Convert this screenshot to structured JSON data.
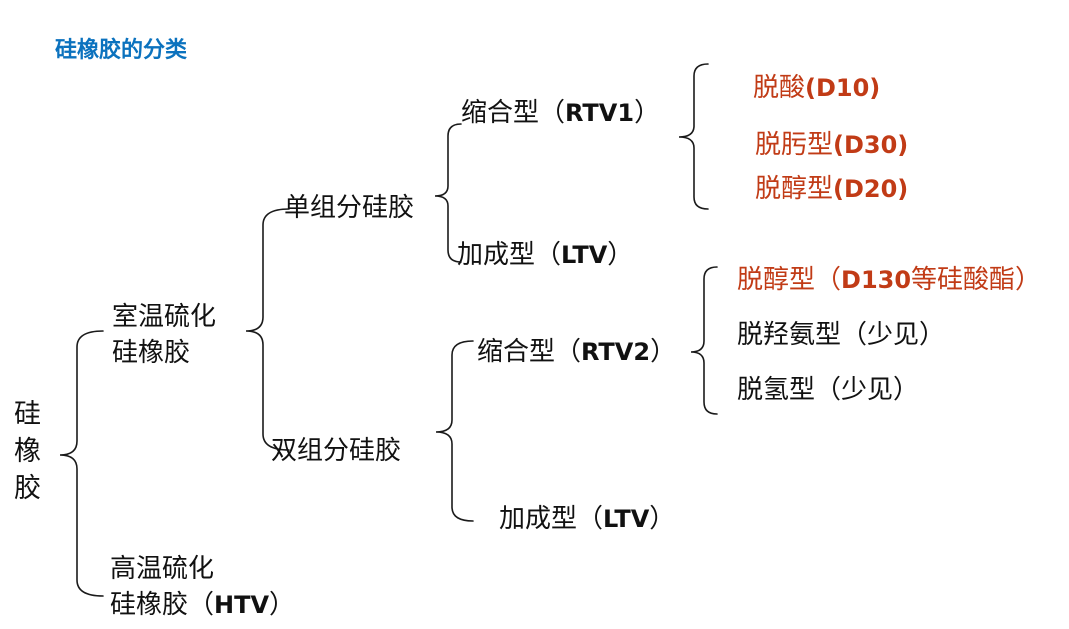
{
  "title": "硅橡胶的分类",
  "colors": {
    "title_blue": "#0B72BE",
    "highlight_red": "#C13B16",
    "text_black": "#111111",
    "background": "#FFFFFF"
  },
  "nodes": {
    "root": "硅橡胶",
    "rtv": {
      "line1": "室温硫化",
      "line2": "硅橡胶"
    },
    "htv": {
      "line1": "高温硫化",
      "line2_pre": "硅橡胶（",
      "line2_code": "HTV",
      "line2_post": "）"
    },
    "one_component": "单组分硅胶",
    "two_component": "双组分硅胶",
    "cond1": {
      "pre": "缩合型（",
      "code": "RTV1",
      "post": "）"
    },
    "add1": {
      "pre": "加成型（",
      "code": "LTV",
      "post": "）"
    },
    "cond2": {
      "pre": "缩合型（",
      "code": "RTV2",
      "post": "）"
    },
    "add2": {
      "pre": "加成型（",
      "code": "LTV",
      "post": "）"
    },
    "deacid": {
      "pre": "脱酸",
      "code": "(D10)"
    },
    "deoxime": {
      "pre": "脱肟型",
      "code": "(D30)"
    },
    "dealcohol_d20": {
      "pre": "脱醇型",
      "code": "(D20)"
    },
    "dealcohol_d130": {
      "pre": "脱醇型（",
      "code": "D130",
      "post": "等硅酸酯）"
    },
    "dehydroxylamine": "脱羟氨型（少见）",
    "dehydrogen": "脱氢型（少见）"
  }
}
